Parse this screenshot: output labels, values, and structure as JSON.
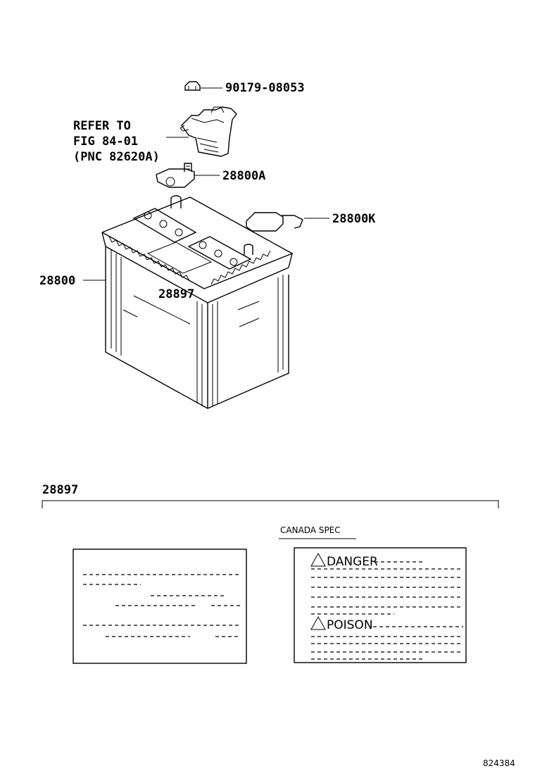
{
  "callouts": {
    "bolt": "90179-08053",
    "refer_line1": "REFER TO",
    "refer_line2": "FIG 84-01",
    "refer_line3": "(PNC 82620A)",
    "clamp": "28800A",
    "cover": "28800K",
    "battery": "28800",
    "label_on_battery": "28897"
  },
  "detail": {
    "title": "28897",
    "canada_spec": "CANADA SPEC",
    "danger": "DANGER",
    "poison": "POISON"
  },
  "footer": {
    "figure_id": "824384"
  }
}
